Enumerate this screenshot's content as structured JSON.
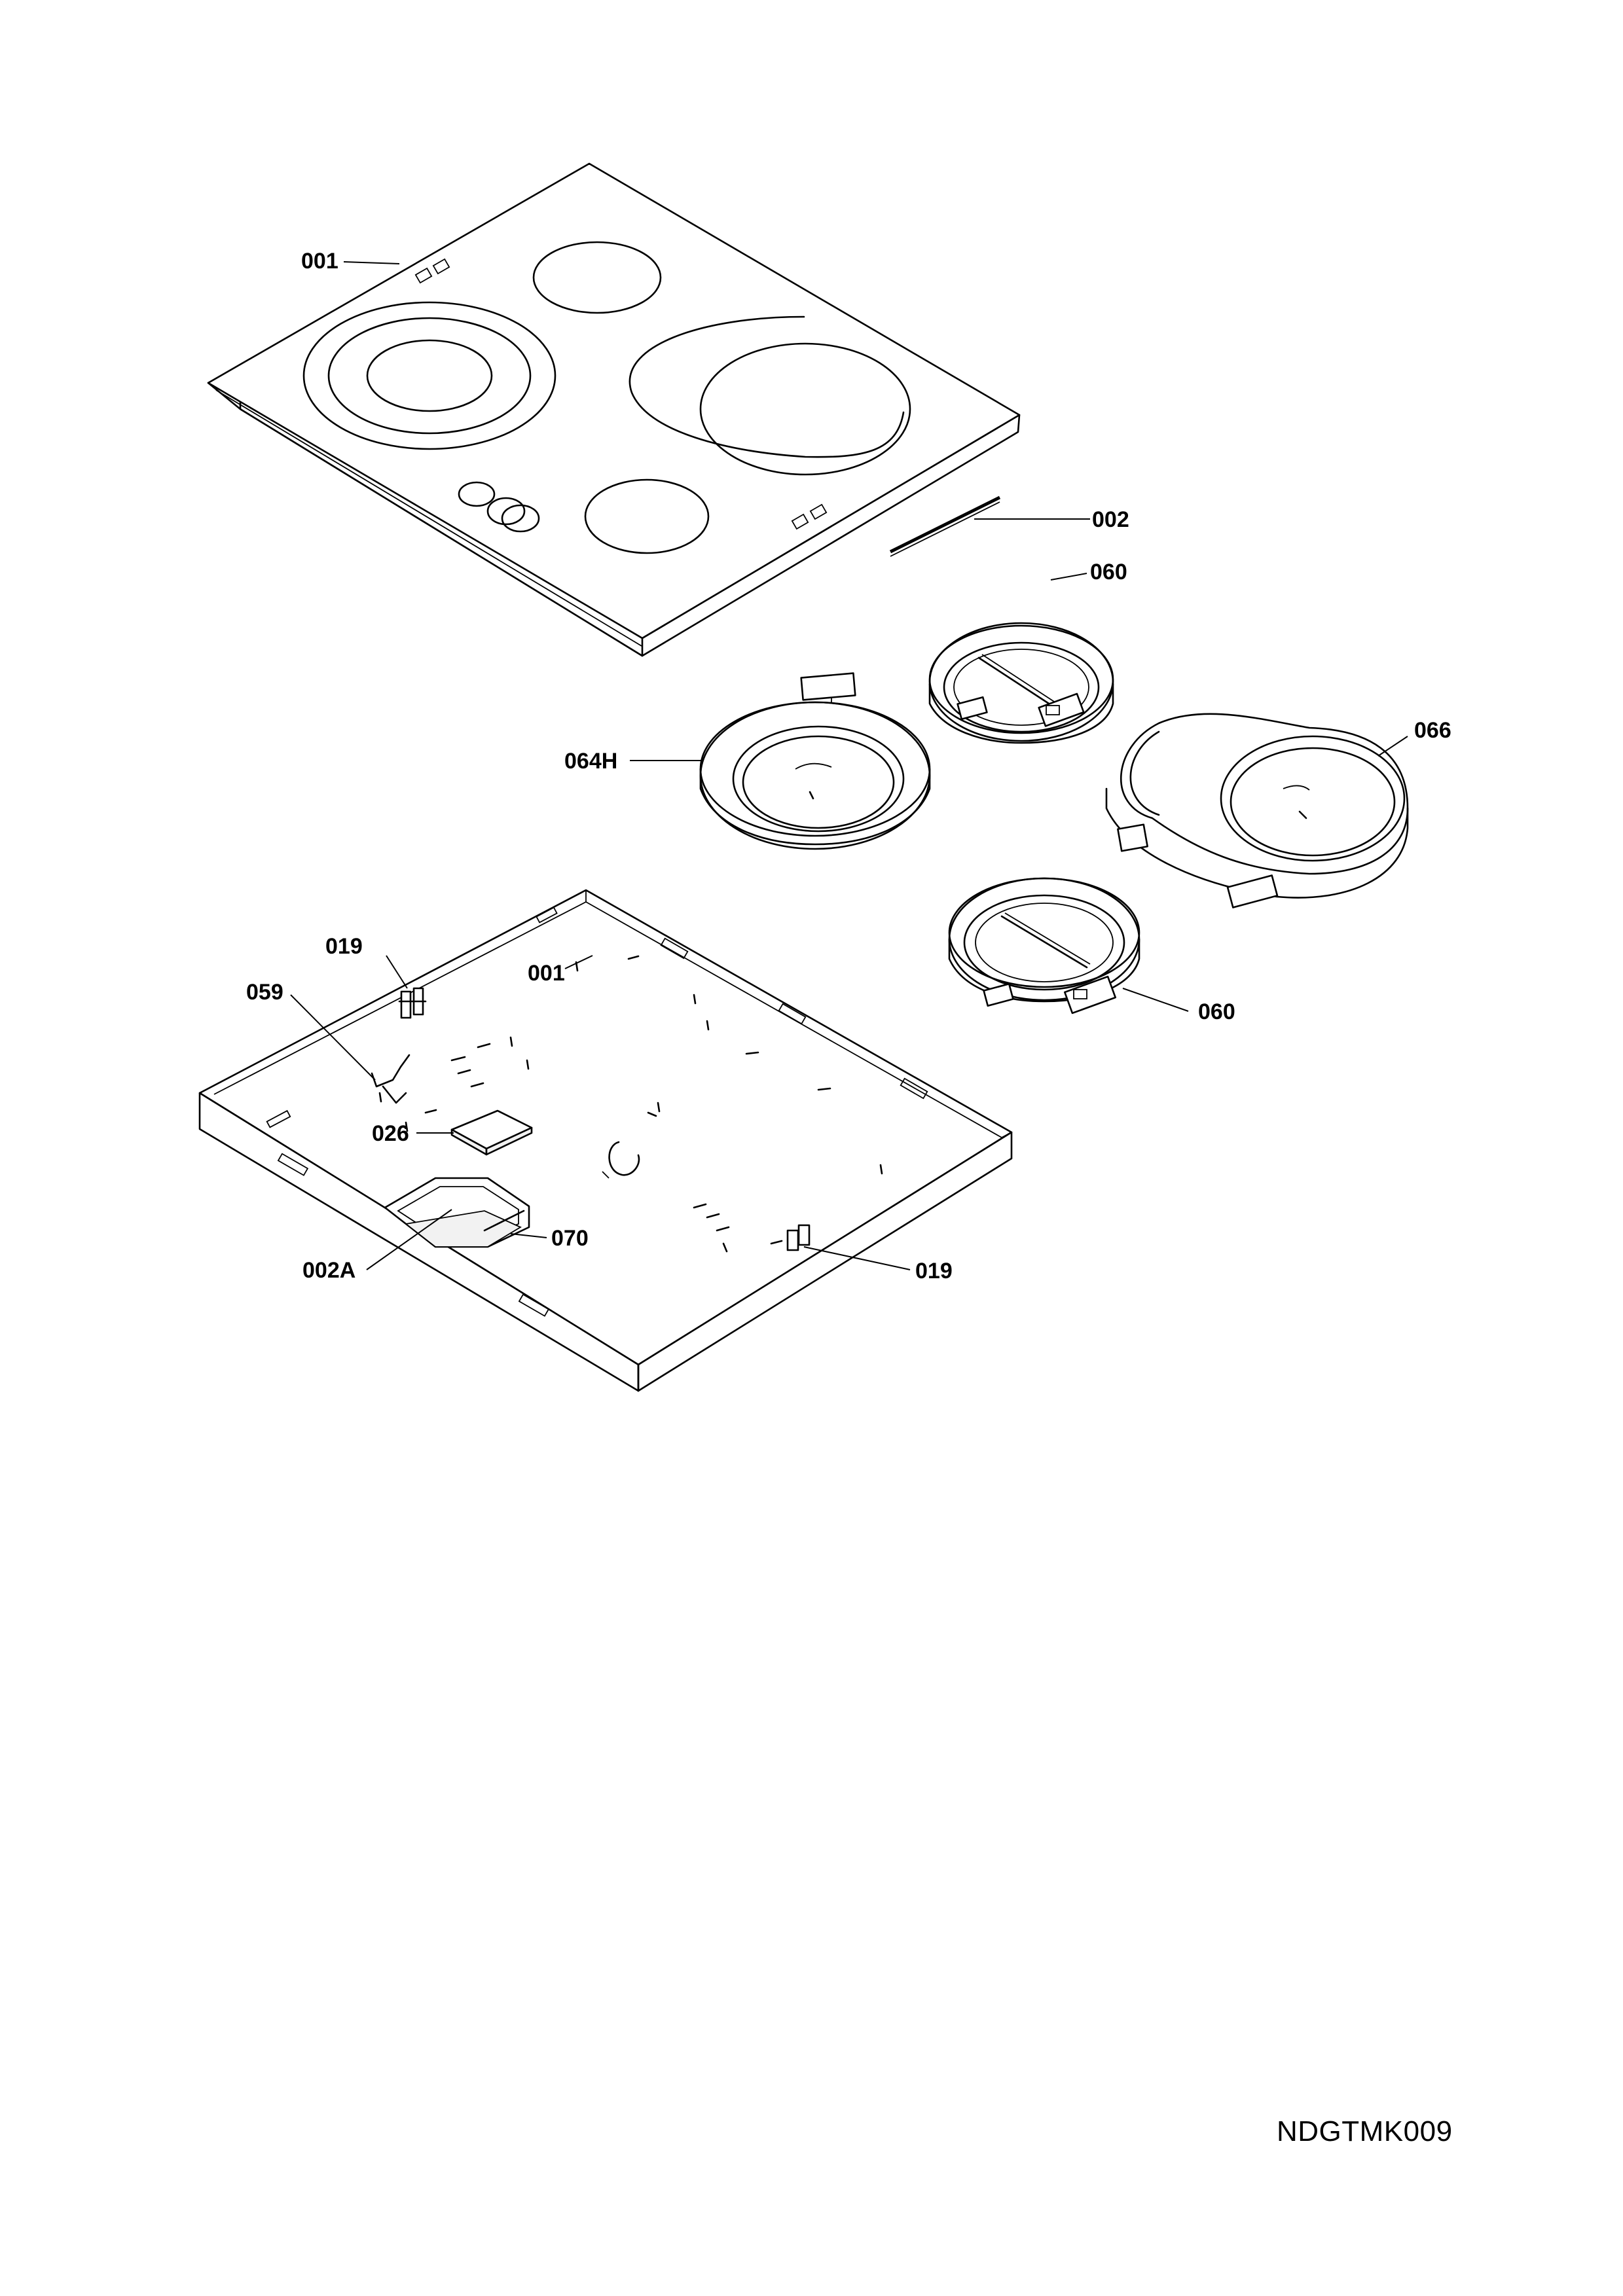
{
  "diagram": {
    "document_id": "NDGTMK009",
    "callouts": [
      {
        "id": "glass-top",
        "label": "001"
      },
      {
        "id": "seal-strip",
        "label": "002"
      },
      {
        "id": "radiant-element-upper",
        "label": "060"
      },
      {
        "id": "radiant-element-dual",
        "label": "064H"
      },
      {
        "id": "radiant-element-oval",
        "label": "066"
      },
      {
        "id": "radiant-element-lower",
        "label": "060"
      },
      {
        "id": "bracket-left",
        "label": "019"
      },
      {
        "id": "spring-clip",
        "label": "059"
      },
      {
        "id": "base-tray",
        "label": "001"
      },
      {
        "id": "insulation-pad",
        "label": "026"
      },
      {
        "id": "cutout-seal",
        "label": "002A"
      },
      {
        "id": "terminal-box",
        "label": "070"
      },
      {
        "id": "bracket-right",
        "label": "019"
      }
    ]
  }
}
